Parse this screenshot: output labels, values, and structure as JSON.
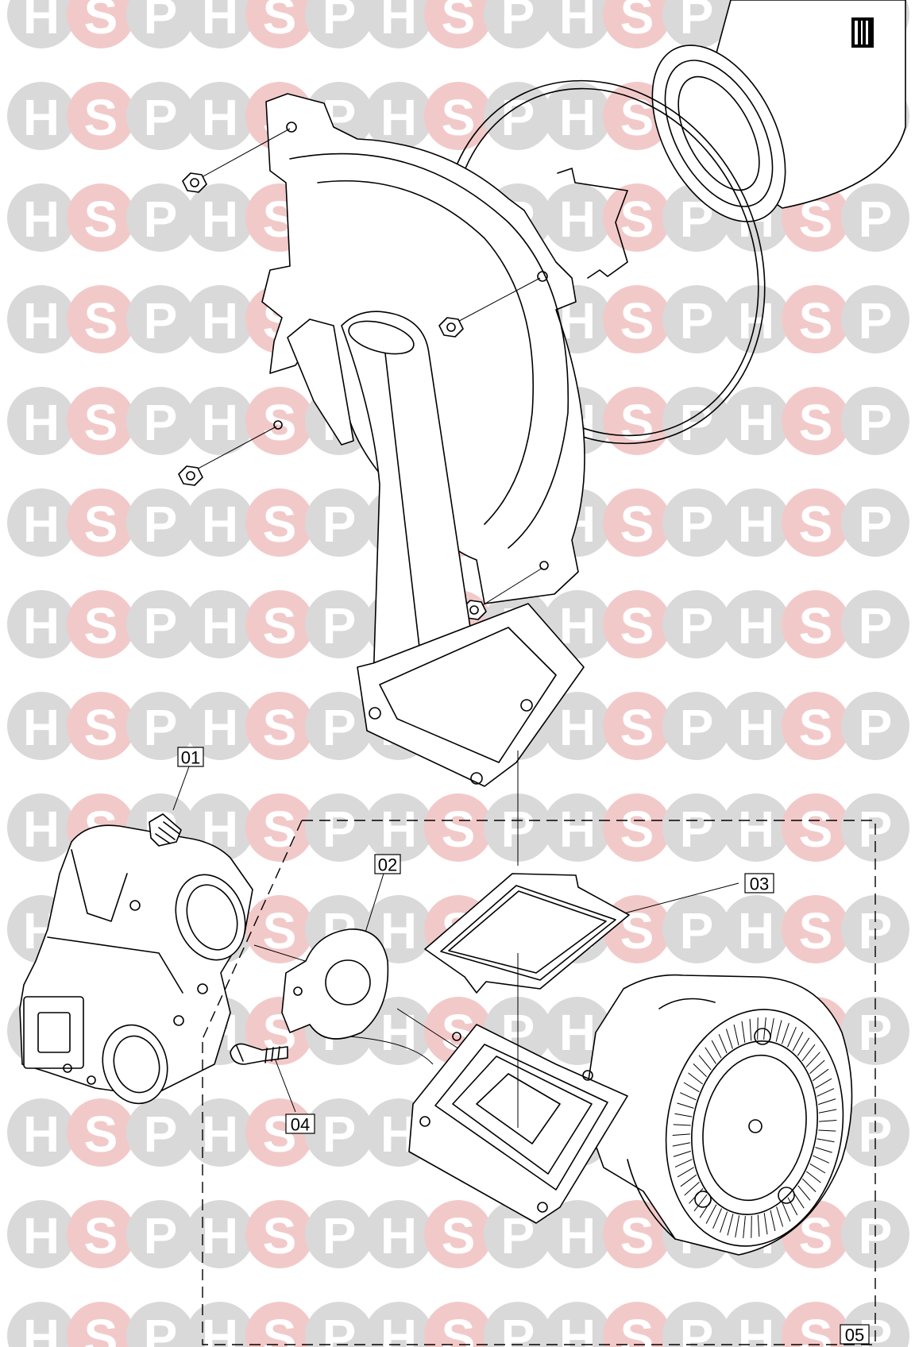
{
  "watermark": {
    "letters": [
      "H",
      "S",
      "P"
    ],
    "colors": {
      "H": "#d9d9d9",
      "S": "#f2c9c9",
      "P": "#d9d9d9"
    }
  },
  "parts": {
    "p01": "01",
    "p02": "02",
    "p03": "03",
    "p04": "04",
    "p05": "05"
  }
}
